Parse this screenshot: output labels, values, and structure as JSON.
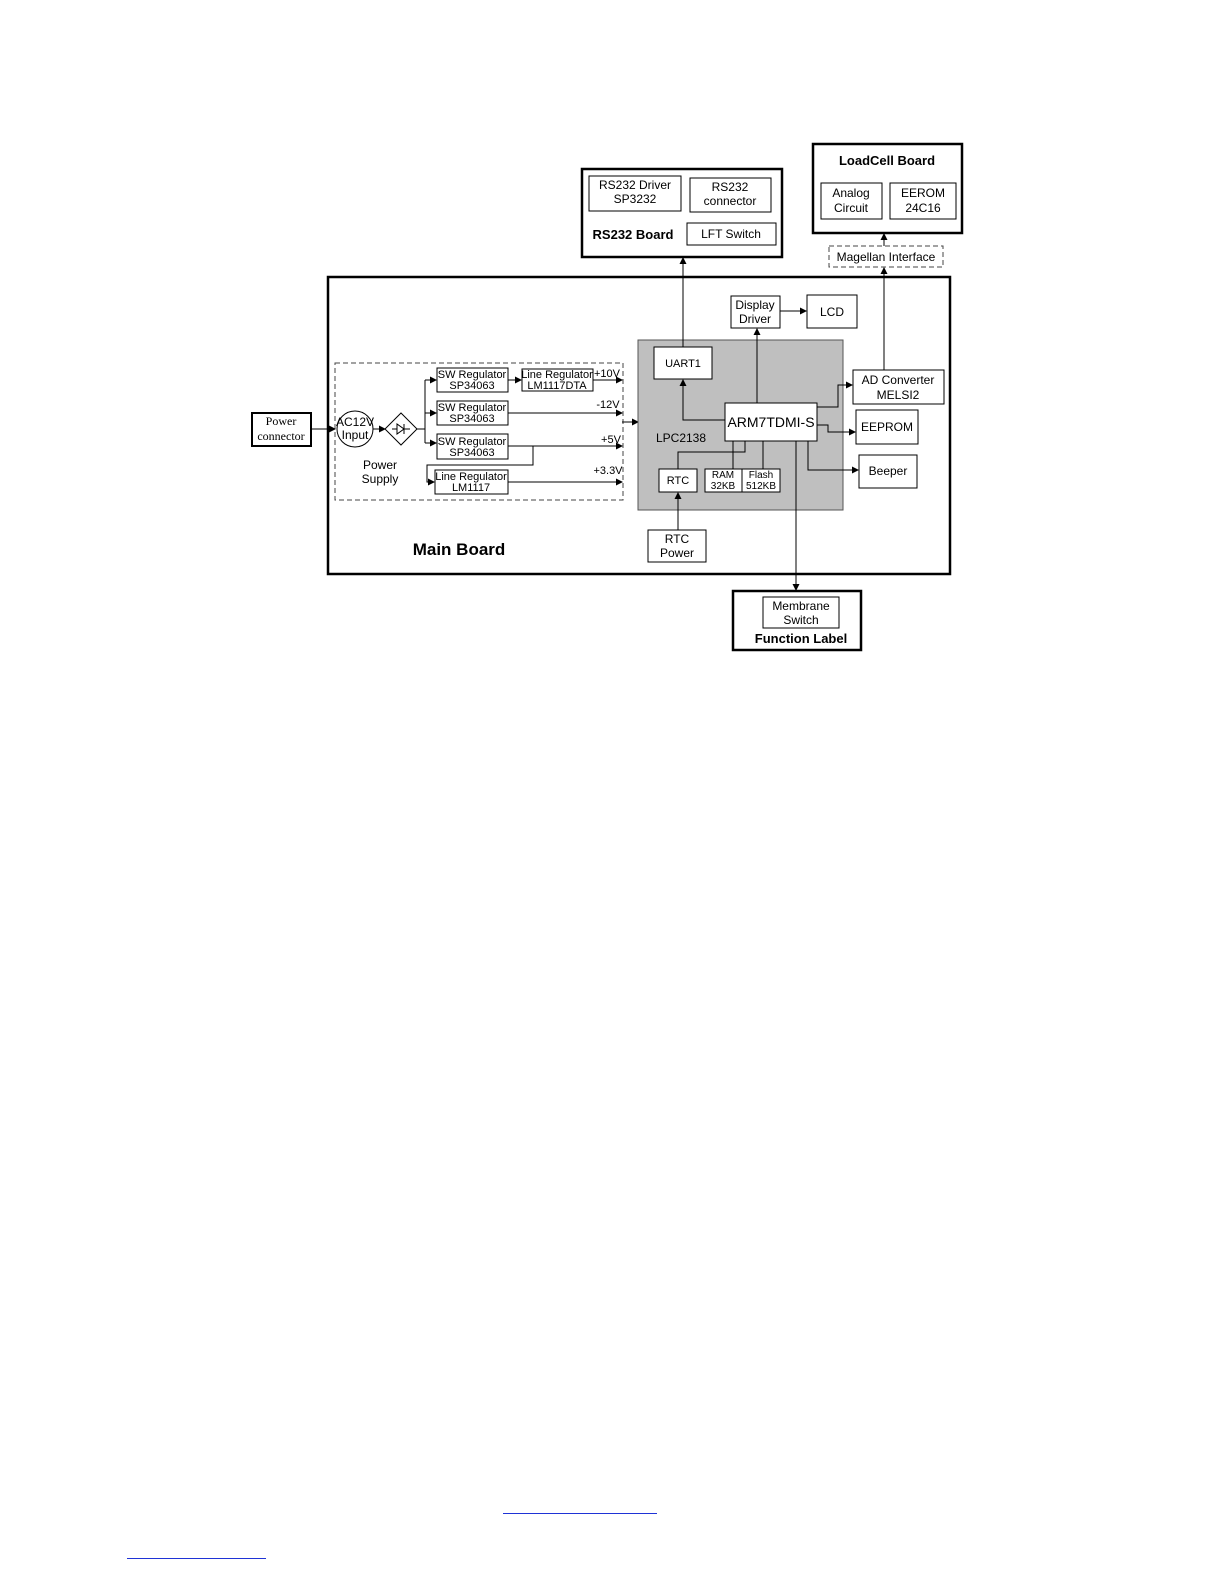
{
  "diagram": {
    "boards": {
      "main": "Main Board",
      "rs232": "RS232 Board",
      "loadcell": "LoadCell Board",
      "function_label": "Function Label"
    },
    "rs232_board": {
      "driver_l1": "RS232 Driver",
      "driver_l2": "SP3232",
      "connector_l1": "RS232",
      "connector_l2": "connector",
      "lft_switch": "LFT Switch"
    },
    "loadcell_board": {
      "analog_l1": "Analog",
      "analog_l2": "Circuit",
      "eerom_l1": "EEROM",
      "eerom_l2": "24C16"
    },
    "magellan": "Magellan Interface",
    "power": {
      "connector_l1": "Power",
      "connector_l2": "connector",
      "input_l1": "AC12V",
      "input_l2": "Input",
      "supply_l1": "Power",
      "supply_l2": "Supply",
      "sw1_l1": "SW Regulator",
      "sw1_l2": "SP34063",
      "sw2_l1": "SW Regulator",
      "sw2_l2": "SP34063",
      "sw3_l1": "SW Regulator",
      "sw3_l2": "SP34063",
      "line1_l1": "Line Regulator",
      "line1_l2": "LM1117DTA",
      "line2_l1": "Line Regulator",
      "line2_l2": "LM1117",
      "v10": "+10V",
      "v12": "-12V",
      "v5": "+5V",
      "v33": "+3.3V"
    },
    "mcu": {
      "name": "LPC2138",
      "core": "ARM7TDMI-S",
      "uart": "UART1",
      "rtc": "RTC",
      "ram_l1": "RAM",
      "ram_l2": "32KB",
      "flash_l1": "Flash",
      "flash_l2": "512KB"
    },
    "display": {
      "driver_l1": "Display",
      "driver_l2": "Driver",
      "lcd": "LCD"
    },
    "ad": {
      "l1": "AD Converter",
      "l2": "MELSI2"
    },
    "eeprom": "EEPROM",
    "beeper": "Beeper",
    "rtc_power_l1": "RTC",
    "rtc_power_l2": "Power",
    "membrane_l1": "Membrane",
    "membrane_l2": "Switch"
  }
}
